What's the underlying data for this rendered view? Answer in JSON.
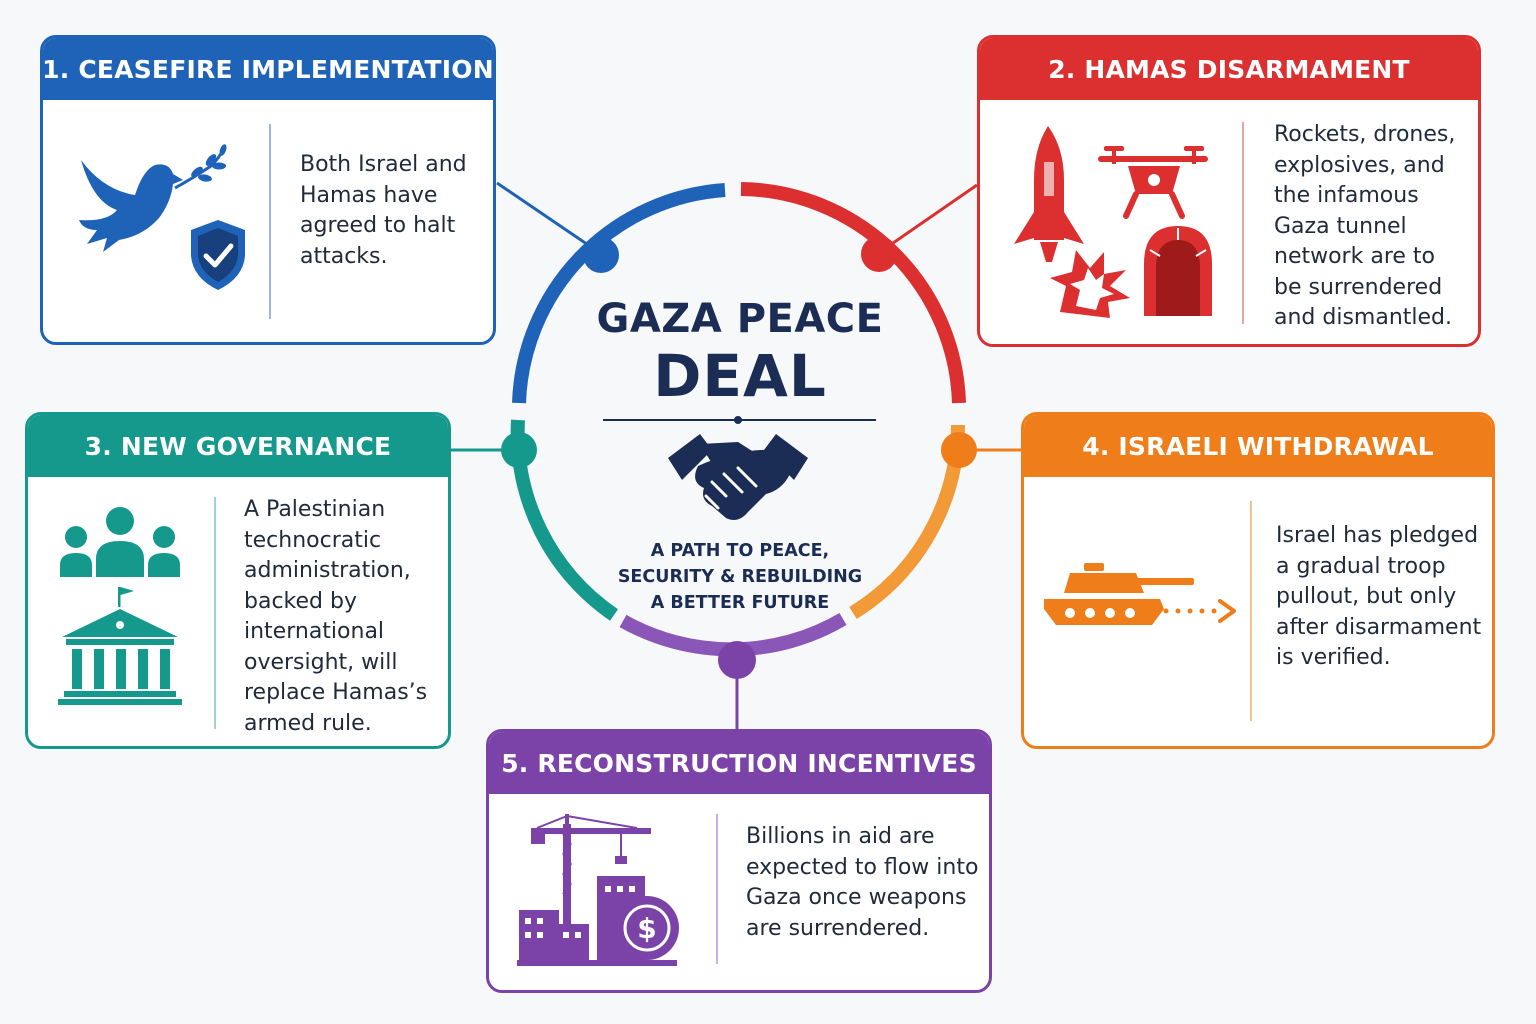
{
  "center": {
    "title_line1": "GAZA PEACE",
    "title_line2": "DEAL",
    "subtitle": [
      "A PATH TO PEACE,",
      "SECURITY & REBUILDING",
      "A BETTER FUTURE"
    ],
    "icon": "handshake-icon"
  },
  "colors": {
    "blue": "#1e63b8",
    "red": "#dc3030",
    "teal": "#15998d",
    "orange": "#ef7d1a",
    "purple": "#7b43a8",
    "navy": "#1b2d55"
  },
  "cards": [
    {
      "title": "1. CEASEFIRE IMPLEMENTATION",
      "lines": [
        "Both Israel and",
        "Hamas have",
        "agreed to halt",
        "attacks."
      ],
      "icons": [
        "dove-icon",
        "shield-check-icon"
      ]
    },
    {
      "title": "2. HAMAS DISARMAMENT",
      "lines": [
        "Rockets, drones,",
        "explosives, and",
        "the infamous",
        "Gaza tunnel",
        "network are to",
        "be surrendered",
        "and dismantled."
      ],
      "icons": [
        "rocket-icon",
        "drone-icon",
        "explosion-icon",
        "tunnel-icon"
      ]
    },
    {
      "title": "3. NEW GOVERNANCE",
      "lines": [
        "A Palestinian",
        "technocratic",
        "administration,",
        "backed by",
        "international",
        "oversight, will",
        "replace Hamas’s",
        "armed rule."
      ],
      "icons": [
        "people-group-icon",
        "government-building-icon"
      ]
    },
    {
      "title": "4. ISRAELI WITHDRAWAL",
      "lines": [
        "Israel has pledged",
        "a gradual troop",
        "pullout, but only",
        "after disarmament",
        "is verified."
      ],
      "icons": [
        "tank-icon",
        "arrow-right-icon"
      ]
    },
    {
      "title": "5. RECONSTRUCTION INCENTIVES",
      "lines": [
        "Billions in aid are",
        "expected to flow into",
        "Gaza once weapons",
        "are surrendered."
      ],
      "icons": [
        "construction-crane-icon",
        "dollar-coin-icon"
      ]
    }
  ]
}
